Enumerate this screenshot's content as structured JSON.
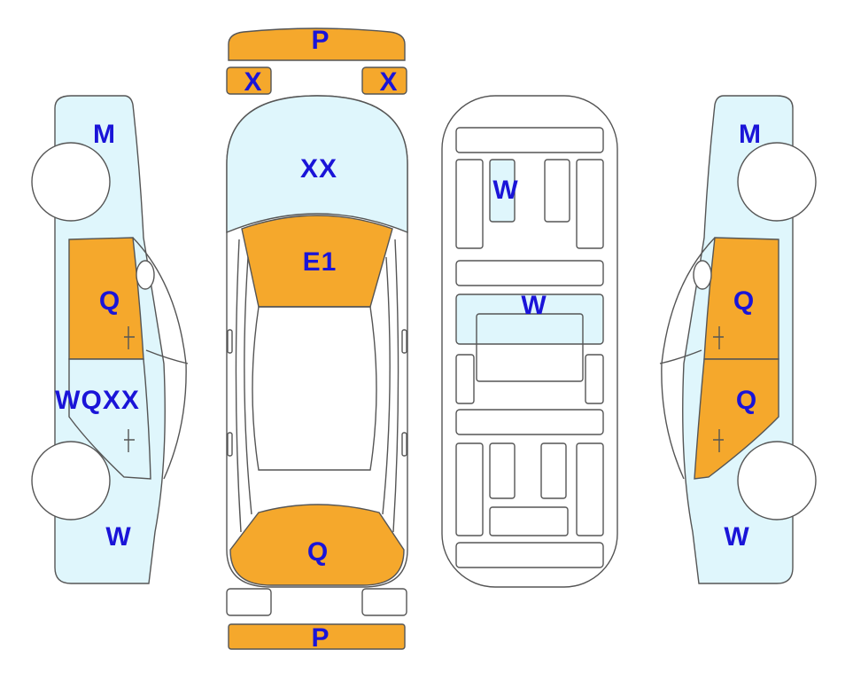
{
  "colors": {
    "damage_orange": "#f5a82c",
    "light_blue": "#dff6fc",
    "outline": "#555555",
    "label_blue": "#1a14d8"
  },
  "labels": {
    "front_bumper": "P",
    "front_light_left": "X",
    "front_light_right": "X",
    "hood": "XX",
    "windshield": "E1",
    "rear_window": "Q",
    "rear_bumper": "P",
    "underbody_w1": "W",
    "underbody_w2": "W",
    "left_top": "M",
    "left_front_door": "Q",
    "left_rear_door": "WQXX",
    "left_bottom": "W",
    "right_top": "M",
    "right_front_door": "Q",
    "right_rear_door": "Q",
    "right_bottom": "W"
  }
}
